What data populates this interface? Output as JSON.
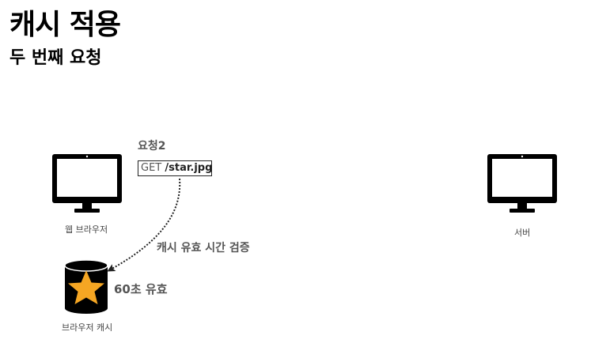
{
  "title": "캐시 적용",
  "subtitle": "두 번째 요청",
  "request": {
    "label": "요청2",
    "method": "GET ",
    "path": "/star.jpg"
  },
  "client_label": "웹 브라우저",
  "server_label": "서버",
  "arrow_label": "캐시 유효 시간 검증",
  "cache": {
    "label": "브라우저 캐시",
    "validity": "60초 유효",
    "star_color": "#f5a623"
  }
}
